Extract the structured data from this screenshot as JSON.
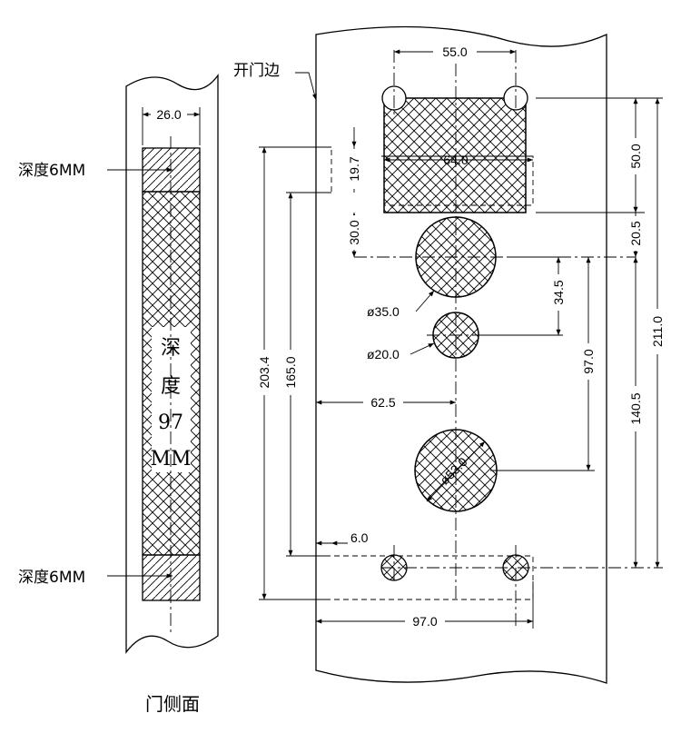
{
  "side_view": {
    "caption": "门侧面",
    "width_dim": "26.0",
    "top_depth_label": "深度6MM",
    "bottom_depth_label": "深度6MM",
    "center_depth_label_chars": [
      "深",
      "度",
      "97",
      "MM"
    ]
  },
  "front_view": {
    "door_edge_label": "开门边",
    "dims": {
      "top_width": "55.0",
      "top_height": "50.0",
      "inner_label": "64.0",
      "dim_19_7": "19.7",
      "dim_30_0": "30.0",
      "dim_20_5": "20.5",
      "dim_211_0": "211.0",
      "dim_34_5": "34.5",
      "dim_97_vertical": "97.0",
      "dim_140_5": "140.5",
      "dim_203_4": "203.4",
      "dim_165_0": "165.0",
      "dim_62_5": "62.5",
      "dim_6_0": "6.0",
      "dim_97_horizontal": "97.0",
      "hole_35": "ø35.0",
      "hole_20": "ø20.0",
      "hole_53": "ø53.0"
    }
  }
}
